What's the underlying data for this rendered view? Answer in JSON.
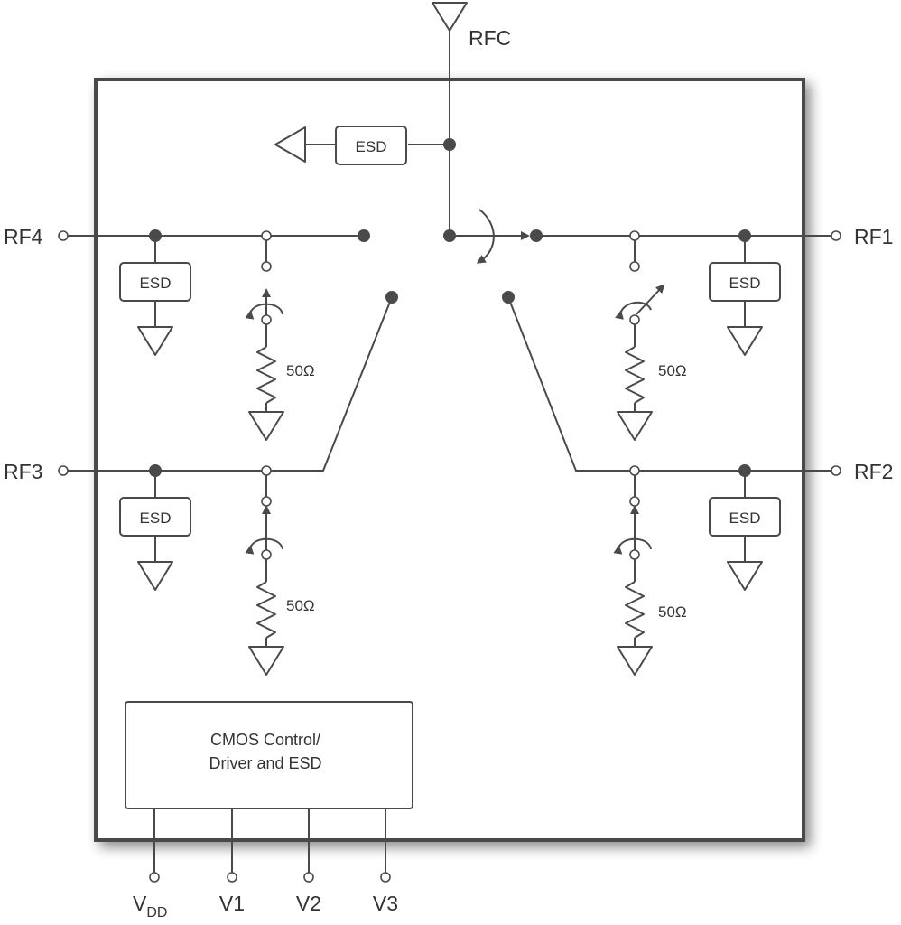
{
  "pins": {
    "rfc": "RFC",
    "rf1": "RF1",
    "rf2": "RF2",
    "rf3": "RF3",
    "rf4": "RF4",
    "vdd_main": "V",
    "vdd_sub": "DD",
    "v1": "V1",
    "v2": "V2",
    "v3": "V3"
  },
  "esd_label": "ESD",
  "termination_label": "50Ω",
  "control": {
    "line1": "CMOS Control/",
    "line2": "Driver and ESD"
  }
}
